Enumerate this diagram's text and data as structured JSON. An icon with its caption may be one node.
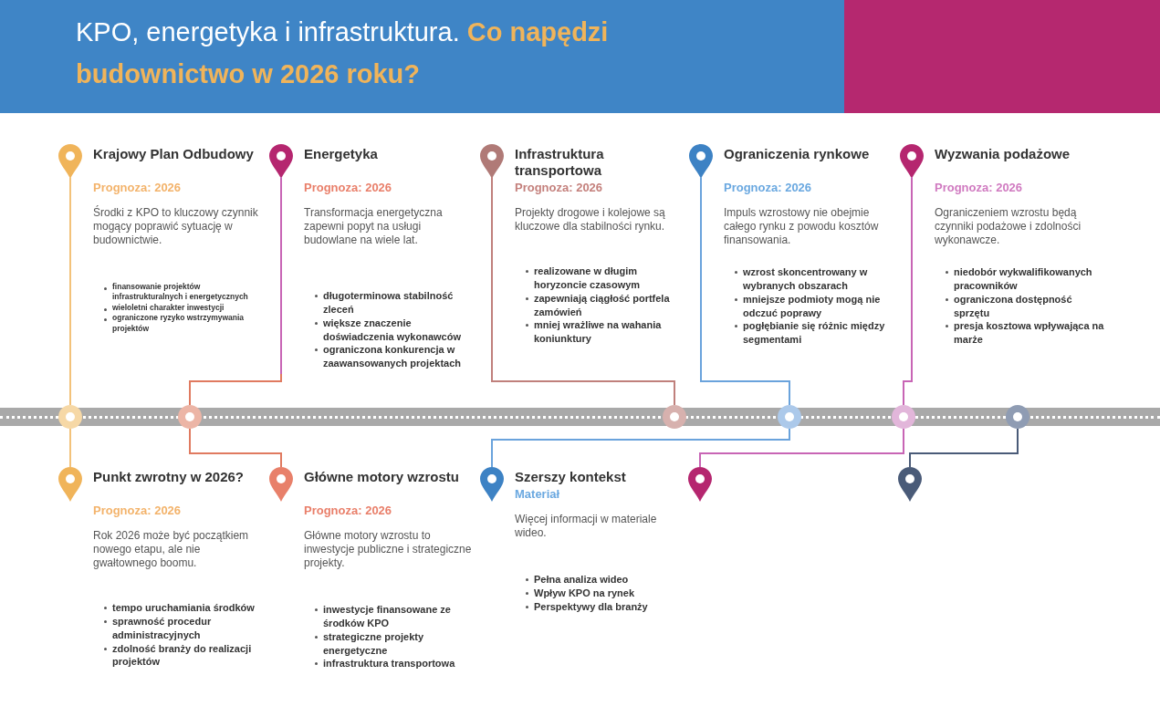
{
  "diagram": {
    "title": "KPO, energetyka i infrastruktura.",
    "nodes": [
      {
        "text": [
          "Krajowy Plan Odbudowy",
          "Prognoza: 2026",
          "Środki z KPO to kluczowy czynnik mogący poprawić sytuację w budownictwie.",
          "finansowanie projektów infrastrukturalnych i energetycznych",
          "wieloletni charakter inwestycji",
          "ograniczone ryzyko wstrzymywania projektów"
        ]
      },
      {
        "text": [
          "Energetyka",
          "Prognoza: 2026",
          "Transformacja energetyczna zapewni popyt na usługi budowlane na wiele lat.",
          "długoterminowa stabilność zleceń",
          "większe znaczenie doświadczenia wykonawców",
          "ograniczona konkurencja w zaawansowanych projektach"
        ]
      },
      {
        "text": [
          "Infrastruktura transportowa",
          "Prognoza: 2026",
          "Projekty drogowe i kolejowe są kluczowe dla stabilności rynku.",
          "realizowane w długim horyzoncie czasowym",
          "zapewniają ciągłość portfela zamówień",
          "mniej wrażliwe na wahania koniunktury"
        ]
      },
      {
        "text": [
          "Ograniczenia rynkowe",
          "Prognoza: 2026",
          "Impuls wzrostowy nie obejmie całego rynku z powodu kosztów finansowania.",
          "wzrost skoncentrowany w wybranych obszarach",
          "mniejsze podmioty mogą nie odczuć poprawy",
          "pogłębianie się różnic między segmentami"
        ]
      },
      {
        "text": [
          "Wyzwania podażowe",
          "Prognoza: 2026",
          "Ograniczeniem wzrostu będą czynniki podażowe i zdolności wykonawcze.",
          "niedobór wykwalifikowanych pracowników",
          "ograniczona dostępność sprzętu",
          "presja kosztowa wpływająca na marże"
        ]
      },
      {
        "text": [
          "Punkt zwrotny w 2026?",
          "Prognoza: 2026",
          "Rok 2026 może być początkiem nowego etapu, ale nie gwałtownego boomu.",
          "tempo uruchamiania środków",
          "sprawność procedur administracyjnych",
          "zdolność branży do realizacji projektów"
        ]
      },
      {
        "text": [
          "Główne motory wzrostu",
          "Prognoza: 2026",
          "Główne motory wzrostu to inwestycje publiczne i strategiczne projekty.",
          "inwestycje finansowane ze środków KPO",
          "strategiczne projekty energetyczne",
          "infrastruktura transportowa"
        ]
      },
      {
        "text": [
          "Szerszy kontekst",
          "Materiał",
          "Więcej informacji w materiale wideo.",
          "Pełna analiza wideo",
          "Wpływ KPO na rynek",
          "Perspektywy dla branży"
        ]
      },
      {
        "text": [],
        "shape": "pin"
      },
      {
        "text": [],
        "shape": "pin"
      },
      {
        "text": [],
        "shape": "circle"
      },
      {
        "text": [],
        "shape": "circle"
      },
      {
        "text": [],
        "shape": "circle"
      },
      {
        "text": [],
        "shape": "circle"
      },
      {
        "text": [],
        "shape": "circle"
      },
      {
        "text": [],
        "shape": "circle"
      }
    ],
    "edges": [
      {
        "from": 0,
        "to": 10,
        "arrow": "none",
        "color": "#f3c27a"
      },
      {
        "from": 5,
        "to": 10,
        "arrow": "none",
        "color": "#f3c27a"
      },
      {
        "from": 1,
        "to": 11,
        "arrow": "none",
        "color": "#e07a60"
      },
      {
        "from": 6,
        "to": 11,
        "arrow": "none",
        "color": "#e07a60"
      },
      {
        "from": 2,
        "to": 12,
        "arrow": "none",
        "color": "#c0807c"
      },
      {
        "from": 3,
        "to": 13,
        "arrow": "none",
        "color": "#6aa3dc"
      },
      {
        "from": 7,
        "to": 13,
        "arrow": "none",
        "color": "#6aa3dc"
      },
      {
        "from": 4,
        "to": 14,
        "arrow": "none",
        "color": "#c865b5"
      },
      {
        "from": 8,
        "to": 14,
        "arrow": "none",
        "color": "#c865b5"
      },
      {
        "from": 9,
        "to": 15,
        "arrow": "none",
        "color": "#4a5b78"
      }
    ],
    "labels": [
      "Co napędzi budownictwo w 2026 roku?"
    ]
  }
}
